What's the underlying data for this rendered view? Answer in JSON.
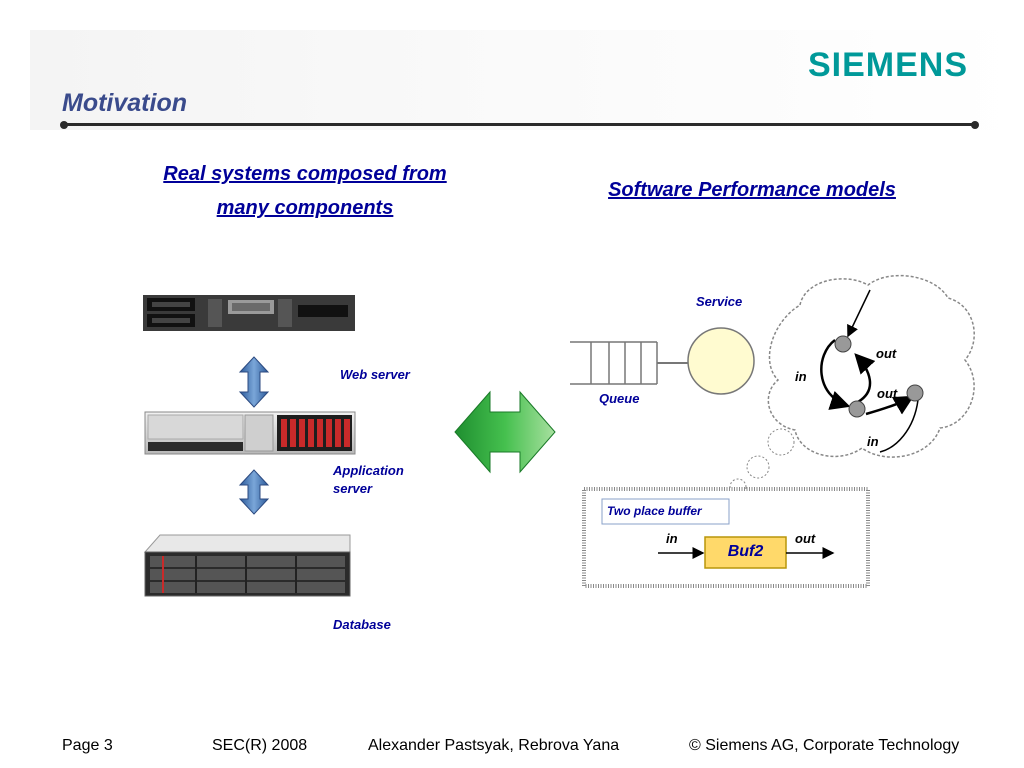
{
  "header": {
    "logo": "SIEMENS",
    "title": "Motivation"
  },
  "left": {
    "heading_line1": "Real systems composed from",
    "heading_line2": "many components",
    "labels": {
      "web_server": "Web server",
      "app_server_line1": "Application",
      "app_server_line2": "server",
      "database": "Database"
    }
  },
  "right": {
    "heading": "Software Performance models",
    "service": "Service",
    "queue": "Queue",
    "cloud": {
      "out1": "out",
      "in1": "in",
      "out2": "out",
      "in2": "in"
    },
    "buffer": {
      "title": "Two place buffer",
      "in": "in",
      "out": "out",
      "name": "Buf2"
    }
  },
  "footer": {
    "page": "Page 3",
    "conference": "SEC(R) 2008",
    "authors": "Alexander Pastsyak, Rebrova Yana",
    "copyright": "© Siemens AG, Corporate Technology"
  },
  "colors": {
    "brand": "#009999",
    "title": "#3a4b8c",
    "link": "#000099",
    "arrow_green": "#22a83a",
    "arrow_blue": "#3a6fb0",
    "service_fill": "#fffbd0",
    "buf_fill": "#ffd96a"
  }
}
